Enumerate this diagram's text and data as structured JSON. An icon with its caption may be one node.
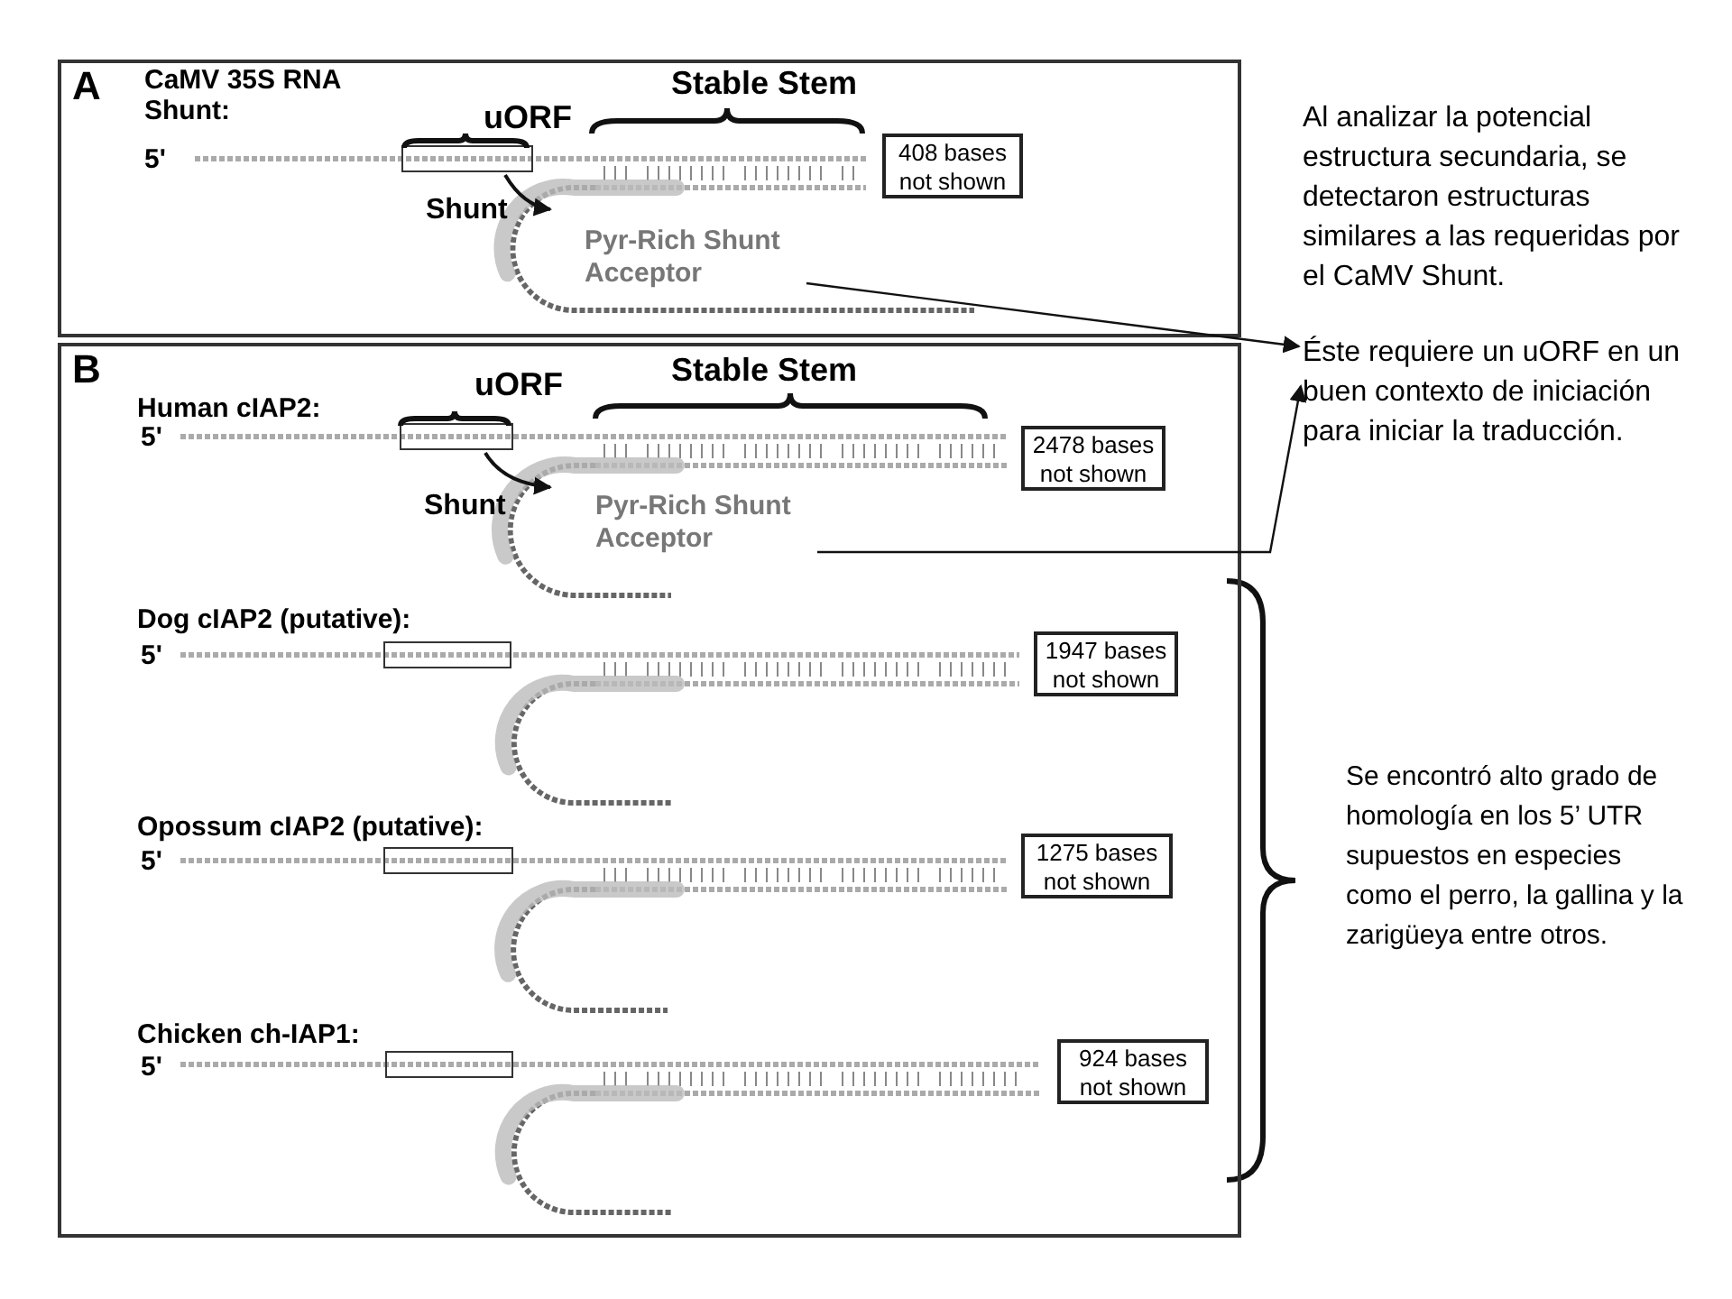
{
  "diagram": {
    "nodes": [
      {
        "text": [
          "A"
        ]
      },
      {
        "text": [
          "Pyr-Rich Shunt Acceptor"
        ],
        "in": 0
      },
      {
        "text": [
          "408 bases not shown"
        ],
        "in": 0
      },
      {
        "text": [
          "B"
        ]
      },
      {
        "text": [
          "Pyr-Rich Shunt Acceptor"
        ],
        "in": 3
      },
      {
        "text": [
          "2478 bases not shown"
        ],
        "in": 3
      },
      {
        "text": [
          "1947 bases not shown"
        ],
        "in": 3
      },
      {
        "text": [
          "1275 bases not shown"
        ],
        "in": 3
      },
      {
        "text": [
          "924 bases not shown"
        ],
        "in": 3
      },
      {
        "text": [
          "Al analizar la potencial estructura secundaria, se detectaron estructuras similares a las requeridas por el CaMV Shunt.",
          "Éste requiere un uORF en un buen contexto de iniciación para iniciar la traducción."
        ]
      }
    ],
    "edges": [
      {
        "from": 1,
        "to": 9,
        "arrow": "to"
      },
      {
        "from": 4,
        "to": 9,
        "arrow": "to"
      }
    ],
    "labels": [
      "CaMV 35S RNA Shunt:",
      "uORF",
      "Stable Stem",
      "5'",
      "Shunt",
      "Human cIAP2:",
      "uORF",
      "Stable Stem",
      "5'",
      "Shunt",
      "Dog cIAP2 (putative):",
      "5'",
      "Opossum cIAP2 (putative):",
      "5'",
      "Chicken ch-IAP1:",
      "5'",
      "Se encontró alto grado de homología en los 5’ UTR supuestos en especies como el perro, la gallina y la zarigüeya entre otros."
    ]
  }
}
